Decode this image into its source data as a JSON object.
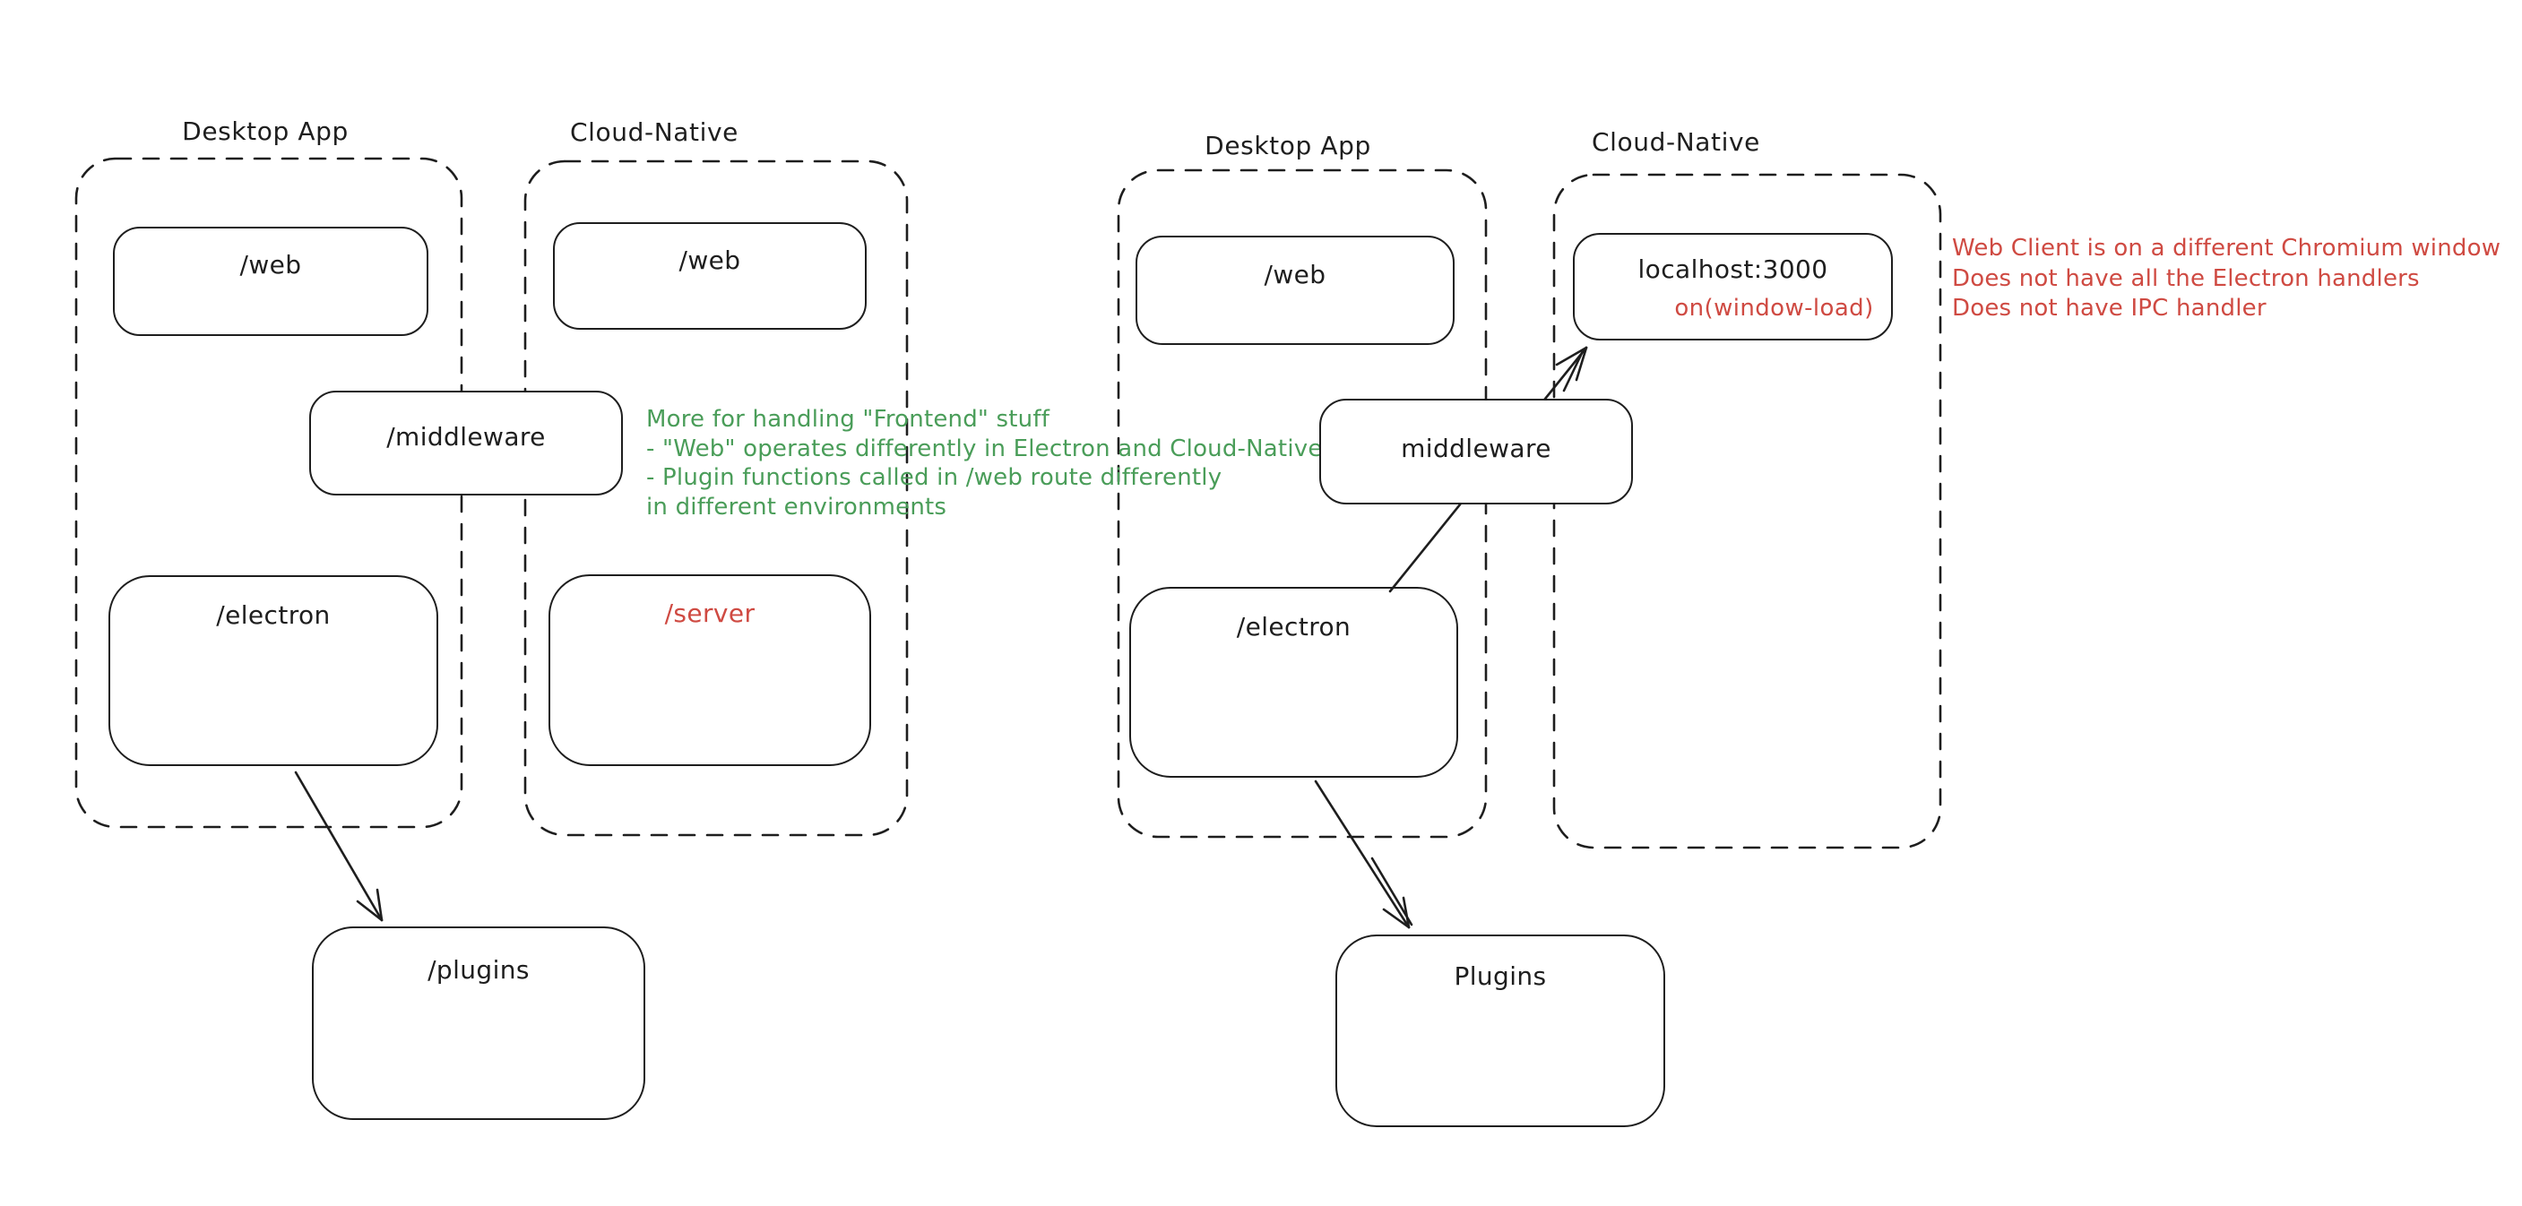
{
  "colors": {
    "stroke": "#1e1e1e",
    "green": "#4a9d59",
    "red": "#cf4a42",
    "background": "#ffffff"
  },
  "left_group": {
    "desktop_label": "Desktop App",
    "cloud_label": "Cloud-Native",
    "web_desktop": "/web",
    "web_cloud": "/web",
    "middleware": "/middleware",
    "electron": "/electron",
    "server": "/server",
    "plugins": "/plugins",
    "note": [
      "More for handling \"Frontend\" stuff",
      "- \"Web\" operates differently in Electron and Cloud-Native",
      "- Plugin functions called in /web route differently",
      "in different environments"
    ]
  },
  "right_group": {
    "desktop_label": "Desktop App",
    "cloud_label": "Cloud-Native",
    "web_desktop": "/web",
    "middleware": "middleware",
    "electron": "/electron",
    "localhost_title": "localhost:3000",
    "localhost_event": "on(window-load)",
    "plugins": "Plugins",
    "note": [
      "Web Client is on a different Chromium window",
      "Does not have all the Electron handlers",
      "Does not have IPC handler"
    ]
  }
}
